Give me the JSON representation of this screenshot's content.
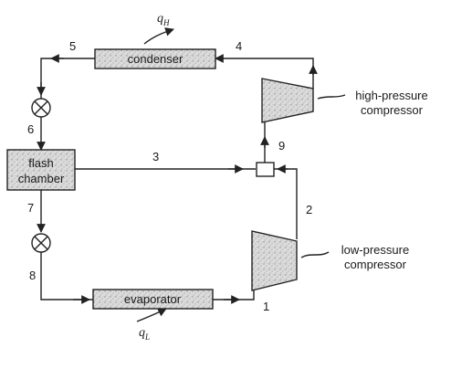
{
  "components": {
    "condenser": "condenser",
    "evaporator": "evaporator",
    "flash_chamber_line1": "flash",
    "flash_chamber_line2": "chamber",
    "hp_compressor_line1": "high-pressure",
    "hp_compressor_line2": "compressor",
    "lp_compressor_line1": "low-pressure",
    "lp_compressor_line2": "compressor"
  },
  "heat": {
    "qh_symbol": "q",
    "qh_subscript": "H",
    "ql_symbol": "q",
    "ql_subscript": "L"
  },
  "states": [
    "1",
    "2",
    "3",
    "4",
    "5",
    "6",
    "7",
    "8",
    "9"
  ],
  "colors": {
    "line": "#222222",
    "fill_speckle": "#d4d4d4",
    "text": "#1a1a1a"
  }
}
